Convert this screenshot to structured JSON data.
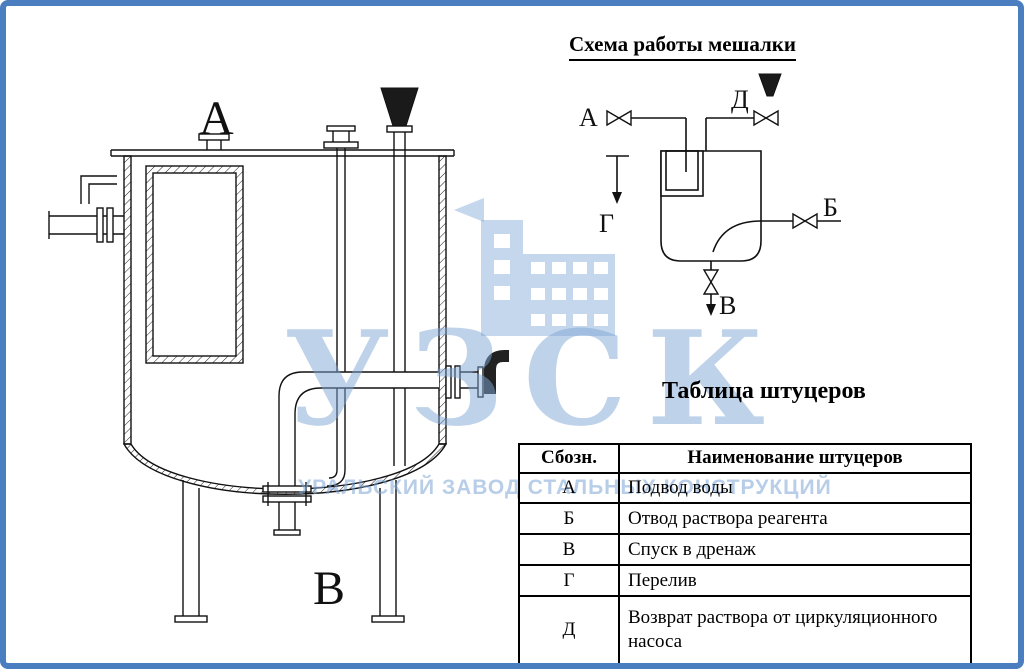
{
  "sheet": {
    "border_color": "#4a7ec1",
    "background": "#ffffff"
  },
  "watermark": {
    "logo_text": "УЗСК",
    "subtitle": "УРАЛЬСКИЙ ЗАВОД СТАЛЬНЫХ КОНСТРУКЦИЙ",
    "color": "#7da6d6"
  },
  "main_drawing": {
    "label_top": "А",
    "label_bottom": "В"
  },
  "schematic": {
    "title": "Схема работы мешалки",
    "labels": {
      "a": "А",
      "d": "Д",
      "b": "Б",
      "g": "Г",
      "v": "В"
    }
  },
  "nozzle_table": {
    "title": "Таблица штуцеров",
    "col_code": "Сбозн.",
    "col_name": "Наименование штуцеров",
    "rows": [
      {
        "code": "А",
        "name": "Подвод воды"
      },
      {
        "code": "Б",
        "name": "Отвод раствора реагента"
      },
      {
        "code": "В",
        "name": "Спуск в дренаж"
      },
      {
        "code": "Г",
        "name": "Перелив"
      },
      {
        "code": "Д",
        "name": "Возврат раствора от циркуляционного насоса"
      }
    ]
  }
}
